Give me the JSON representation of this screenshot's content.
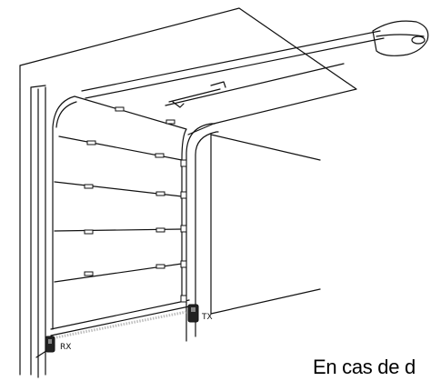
{
  "diagram": {
    "labels": {
      "receiver": "RX",
      "transmitter": "TX"
    },
    "caption": "En cas de d",
    "colors": {
      "line": "#111111",
      "background": "#ffffff",
      "sensor": "#222222",
      "beam": "#bdbdbd"
    }
  }
}
